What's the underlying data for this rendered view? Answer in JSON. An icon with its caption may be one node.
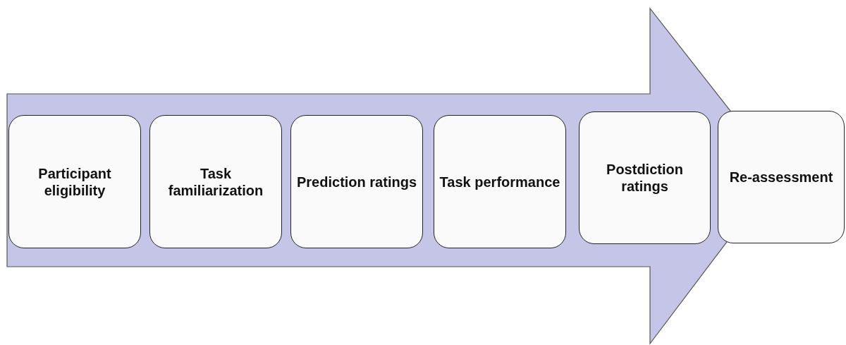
{
  "diagram": {
    "nodes": [
      {
        "text": [
          "Participant eligibility"
        ]
      },
      {
        "text": [
          "Task familiarization"
        ]
      },
      {
        "text": [
          "Prediction ratings"
        ]
      },
      {
        "text": [
          "Task performance"
        ]
      },
      {
        "text": [
          "Postdiction ratings"
        ]
      },
      {
        "text": [
          "Re-assessment"
        ]
      }
    ]
  }
}
